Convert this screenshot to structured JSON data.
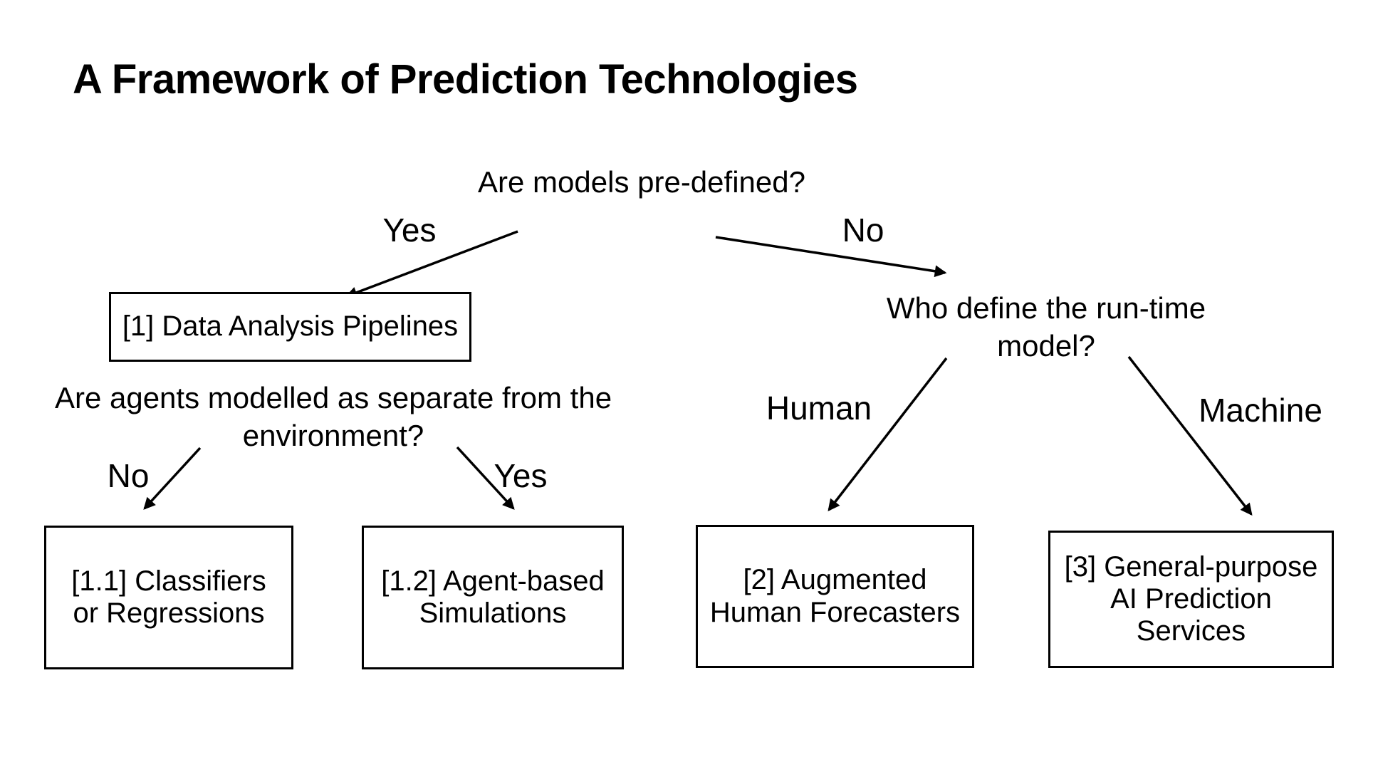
{
  "title": "A Framework of Prediction Technologies",
  "colors": {
    "background": "#ffffff",
    "text": "#000000",
    "line": "#000000"
  },
  "tree": {
    "root": {
      "question": "Are models pre-defined?",
      "yes_label": "Yes",
      "no_label": "No"
    },
    "node1": {
      "label": "[1] Data Analysis Pipelines"
    },
    "agents_question": {
      "lines": [
        "Are agents modelled as separate from the",
        "environment?"
      ],
      "no_label": "No",
      "yes_label": "Yes"
    },
    "node1_1": {
      "lines": [
        "[1.1] Classifiers",
        "or Regressions"
      ]
    },
    "node1_2": {
      "lines": [
        "[1.2] Agent-based",
        "Simulations"
      ]
    },
    "runtime_question": {
      "question": "Who define the run-time model?",
      "human_label": "Human",
      "machine_label": "Machine"
    },
    "node2": {
      "lines": [
        "[2] Augmented",
        "Human Forecasters"
      ]
    },
    "node3": {
      "lines": [
        "[3] General-purpose",
        "AI Prediction",
        "Services"
      ]
    }
  }
}
